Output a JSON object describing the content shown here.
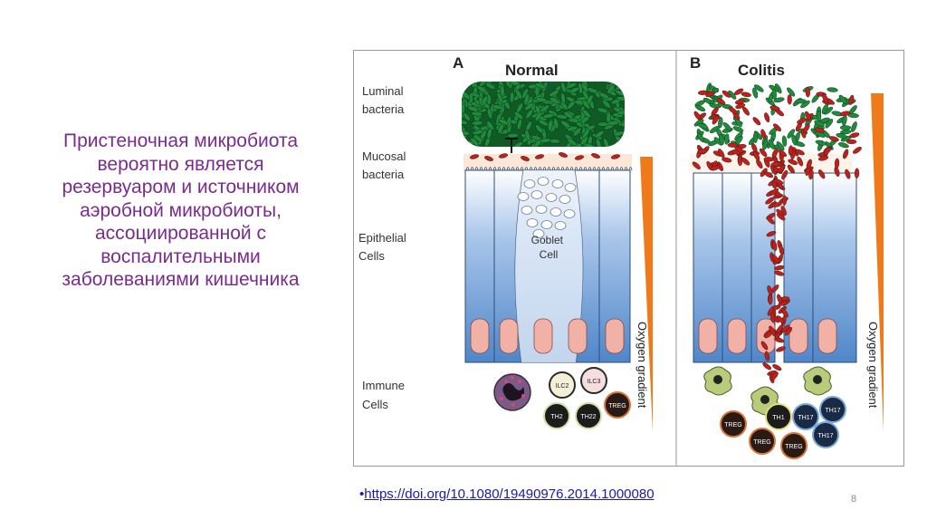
{
  "slide": {
    "body_lines": [
      "Пристеночная микробиота",
      "вероятно является",
      "резервуаром и источником",
      "аэробной микробиоты,",
      "ассоциированной с",
      "воспалительными",
      "заболеваниями кишечника"
    ],
    "link_bullet": "•",
    "link_text": "https://doi.org/10.1080/19490976.2014.1000080",
    "page_number": "8"
  },
  "figure": {
    "panel_a": {
      "letter": "A",
      "title": "Normal"
    },
    "panel_b": {
      "letter": "B",
      "title": "Colitis"
    },
    "row_labels": {
      "luminal": [
        "Luminal",
        "bacteria"
      ],
      "mucosal": [
        "Mucosal",
        "bacteria"
      ],
      "epithelial": [
        "Epithelial",
        "Cells"
      ],
      "immune": [
        "Immune",
        "Cells"
      ]
    },
    "goblet_label": [
      "Goblet",
      "Cell"
    ],
    "gradient_label": "Oxygen gradient",
    "cells_a": [
      "ILC2",
      "ILC3",
      "TH2",
      "TH22",
      "TREG"
    ],
    "cells_b": [
      "TREG",
      "TH1",
      "TH17",
      "TH17",
      "TREG",
      "TREG",
      "TH17"
    ],
    "colors": {
      "title_purple": "#7a2c8c",
      "green_bacteria": "#1f8a3c",
      "red_bacteria": "#c41d1d",
      "epithelium_blue": "#6f9fd6",
      "gradient_orange": "#f07a1a",
      "nucleus_pink": "#f2b1a6"
    }
  }
}
